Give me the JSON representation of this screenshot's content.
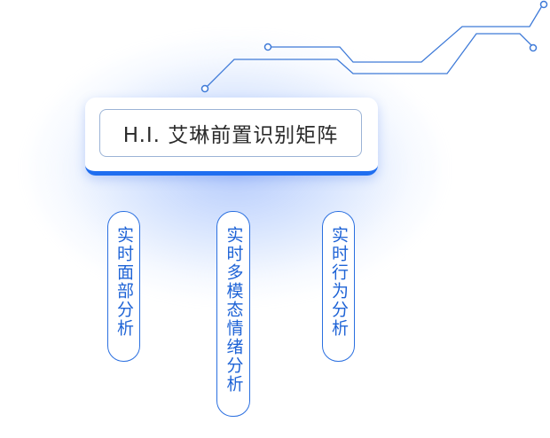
{
  "title": "H.I. 艾琳前置识别矩阵",
  "pills": [
    {
      "label": "实时面部分析"
    },
    {
      "label": "实时多模态情绪分析"
    },
    {
      "label": "实时行为分析"
    }
  ],
  "colors": {
    "accent": "#1f6ef0",
    "pill_border": "#2a6fe0",
    "pill_text": "#1e63d6",
    "circuit": "#3e7ad8",
    "title_text": "#2b2b2b"
  }
}
